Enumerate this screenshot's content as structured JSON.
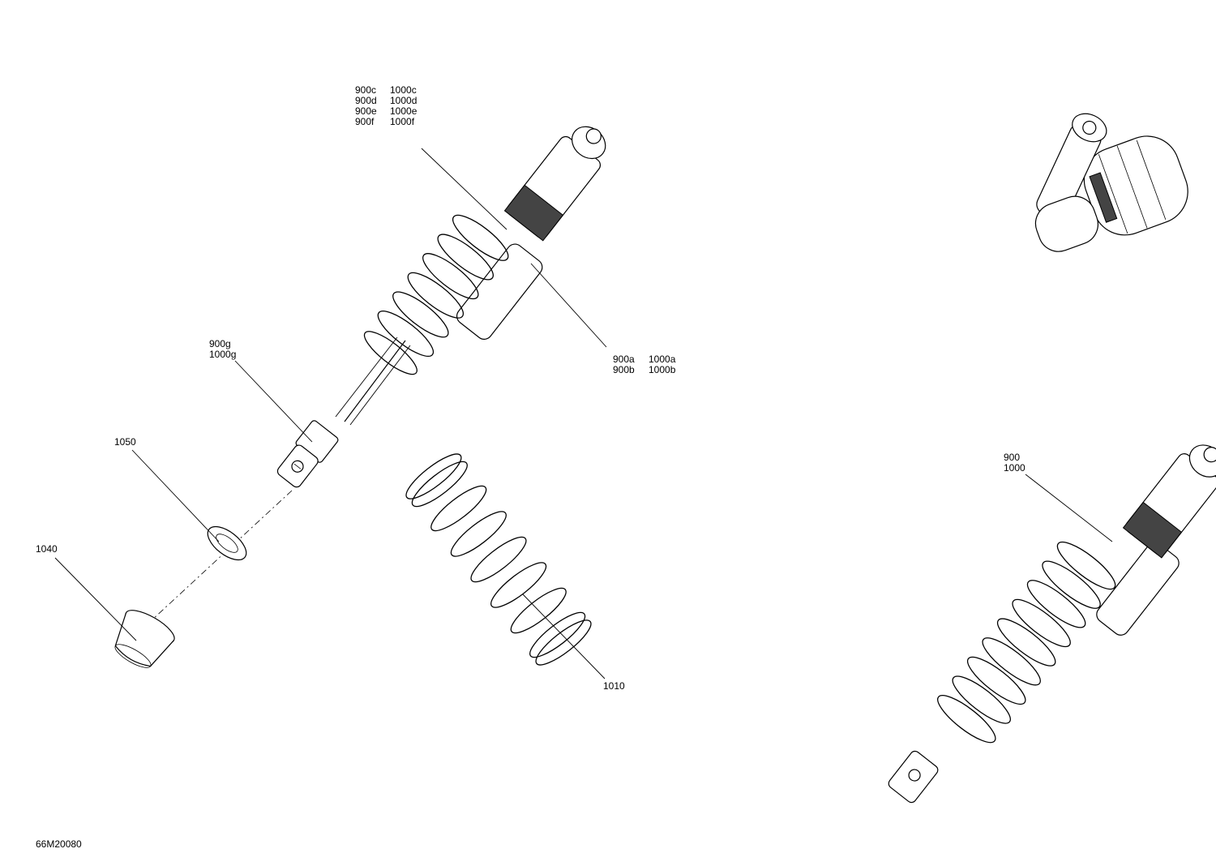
{
  "callouts": {
    "top_col1": [
      "900c",
      "900d",
      "900e",
      "900f"
    ],
    "top_col2": [
      "1000c",
      "1000d",
      "1000e",
      "1000f"
    ],
    "ab_col1": [
      "900a",
      "900b"
    ],
    "ab_col2": [
      "1000a",
      "1000b"
    ],
    "g": [
      "900g",
      "1000g"
    ],
    "assembly": [
      "900",
      "1000"
    ],
    "p1050": "1050",
    "p1040": "1040",
    "p1010": "1010"
  },
  "figure_code": "66M20080"
}
